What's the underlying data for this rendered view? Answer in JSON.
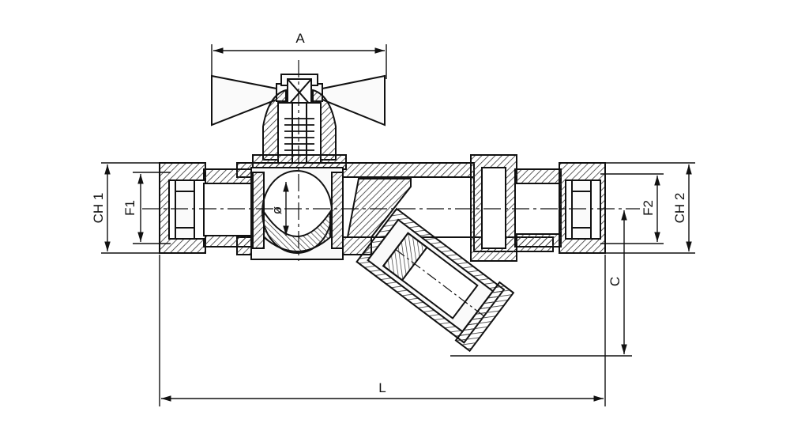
{
  "diagram": {
    "labels": {
      "A": "A",
      "CH1": "CH 1",
      "F1": "F1",
      "diameter": "ø",
      "F2": "F2",
      "CH2": "CH 2",
      "C": "C",
      "L": "L"
    },
    "colors": {
      "ink": "#111111",
      "hatch": "#333333",
      "fill": "#f4f4f4",
      "background": "#ffffff"
    }
  }
}
